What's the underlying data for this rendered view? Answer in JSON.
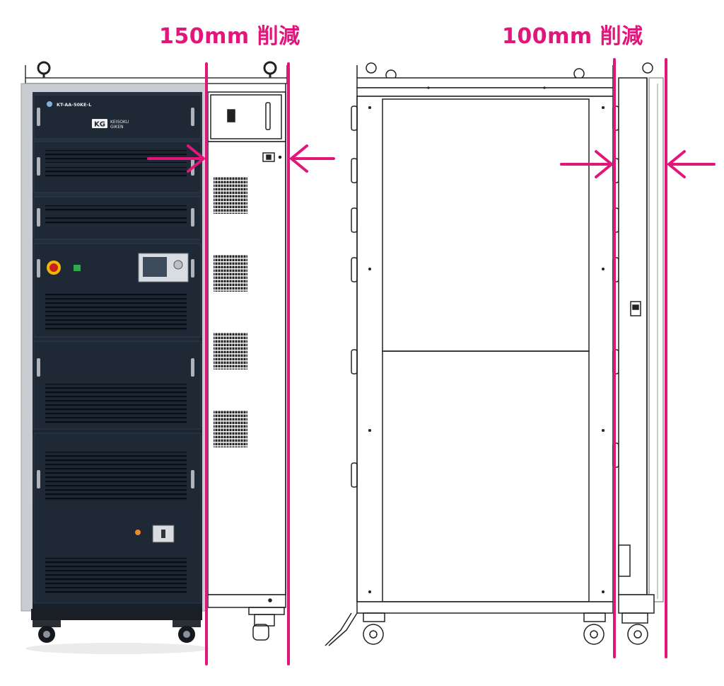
{
  "labels": {
    "left_reduction": "150mm 削減",
    "right_reduction": "100mm 削減"
  },
  "device": {
    "model_label": "KT-AA-50KE-L",
    "brand_mark": "KG",
    "brand_name_line1": "KEISOKU",
    "brand_name_line2": "GIKEN"
  },
  "colors": {
    "accent": "#e2157a",
    "cabinet_dark": "#1d2633",
    "cabinet_frame": "#c9ccd0",
    "drawing_line": "#222222"
  }
}
